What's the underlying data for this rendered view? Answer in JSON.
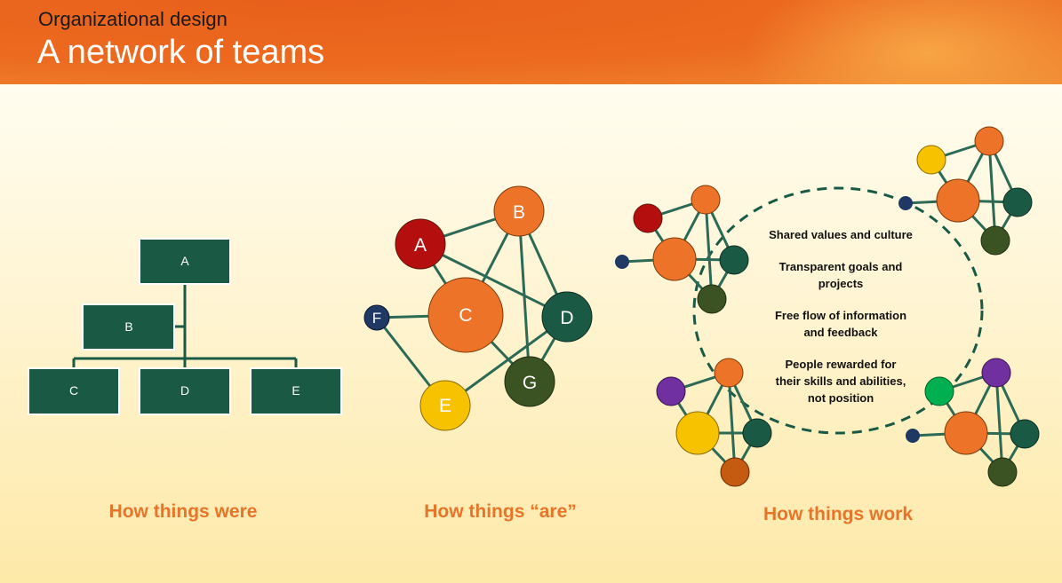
{
  "header": {
    "subtitle": "Organizational design",
    "title": "A network of teams"
  },
  "colors": {
    "header_orange": "#ec6a1f",
    "caption_orange": "#e8742a",
    "box_green": "#1a5a45",
    "edge_green": "#2d6a55",
    "node_red": "#b50e0e",
    "node_orange": "#ec7327",
    "node_teal": "#1a5a45",
    "node_dark_olive": "#3b5323",
    "node_yellow": "#f7c300",
    "node_navy": "#1f3864",
    "node_purple": "#7030a0",
    "node_bright_green": "#00b050",
    "node_rust": "#c55a11"
  },
  "hierarchy": {
    "boxes": [
      "A",
      "B",
      "C",
      "D",
      "E"
    ]
  },
  "network": {
    "nodes": [
      "A",
      "B",
      "C",
      "D",
      "E",
      "F",
      "G"
    ]
  },
  "principles": [
    [
      "Shared values and culture"
    ],
    [
      "Transparent goals and",
      "projects"
    ],
    [
      "Free flow of information",
      "and feedback"
    ],
    [
      "People rewarded for",
      "their skills and abilities,",
      "not position"
    ]
  ],
  "captions": {
    "were": "How things were",
    "are": "How things “are”",
    "work": "How things work"
  }
}
